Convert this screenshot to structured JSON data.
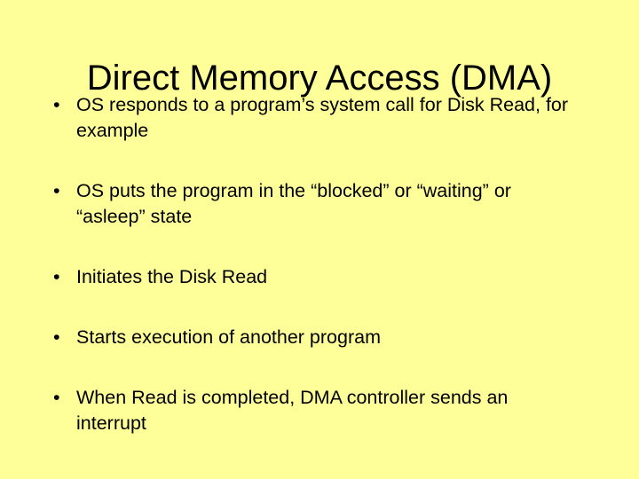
{
  "slide": {
    "background_color": "#ffff99",
    "text_color": "#000000",
    "title": "Direct Memory Access (DMA)",
    "bullet_marker": "•",
    "bullets": [
      {
        "text": "OS responds to a program’s system call for Disk Read, for example"
      },
      {
        "text": "OS puts the program in the “blocked” or “waiting” or “asleep” state"
      },
      {
        "text": "Initiates the Disk Read"
      },
      {
        "text": "Starts execution of another program"
      },
      {
        "text": "When Read is completed, DMA controller sends an interrupt"
      }
    ]
  }
}
